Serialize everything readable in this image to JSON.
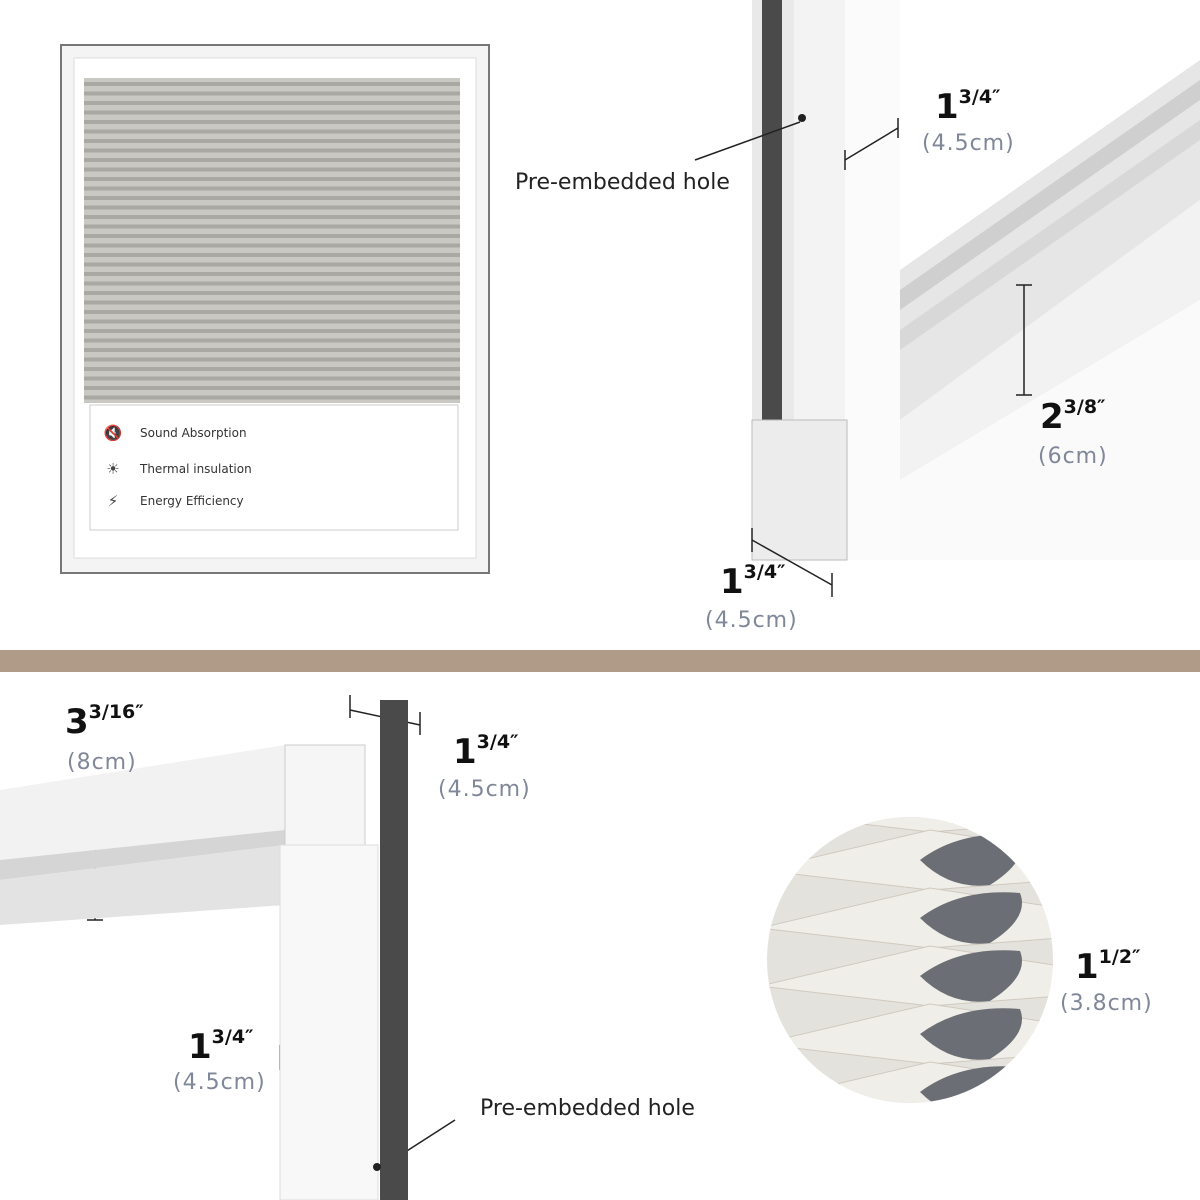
{
  "features": [
    {
      "icon": "speaker-muted-icon",
      "glyph": "🔇",
      "label": "Sound Absorption"
    },
    {
      "icon": "sun-heat-icon",
      "glyph": "☀",
      "label": "Thermal insulation"
    },
    {
      "icon": "leaf-bolt-icon",
      "glyph": "⚡",
      "label": "Energy Efficiency"
    }
  ],
  "callouts": [
    "Pre-embedded hole",
    "Pre-embedded hole"
  ],
  "dimensions": [
    {
      "whole": "1",
      "fraction": "3/4″",
      "metric": "(4.5cm)"
    },
    {
      "whole": "2",
      "fraction": "3/8″",
      "metric": "(6cm)"
    },
    {
      "whole": "1",
      "fraction": "3/4″",
      "metric": "(4.5cm)"
    },
    {
      "whole": "3",
      "fraction": "3/16″",
      "metric": "(8cm)"
    },
    {
      "whole": "1",
      "fraction": "3/4″",
      "metric": "(4.5cm)"
    },
    {
      "whole": "1",
      "fraction": "1/2″",
      "metric": "(3.8cm)"
    },
    {
      "whole": "1",
      "fraction": "3/4″",
      "metric": "(4.5cm)"
    }
  ],
  "colors": {
    "divider": "#b09a88",
    "metric_text": "#7f8799",
    "seal": "#4a4a4a",
    "shade": "#a9a8a2"
  }
}
